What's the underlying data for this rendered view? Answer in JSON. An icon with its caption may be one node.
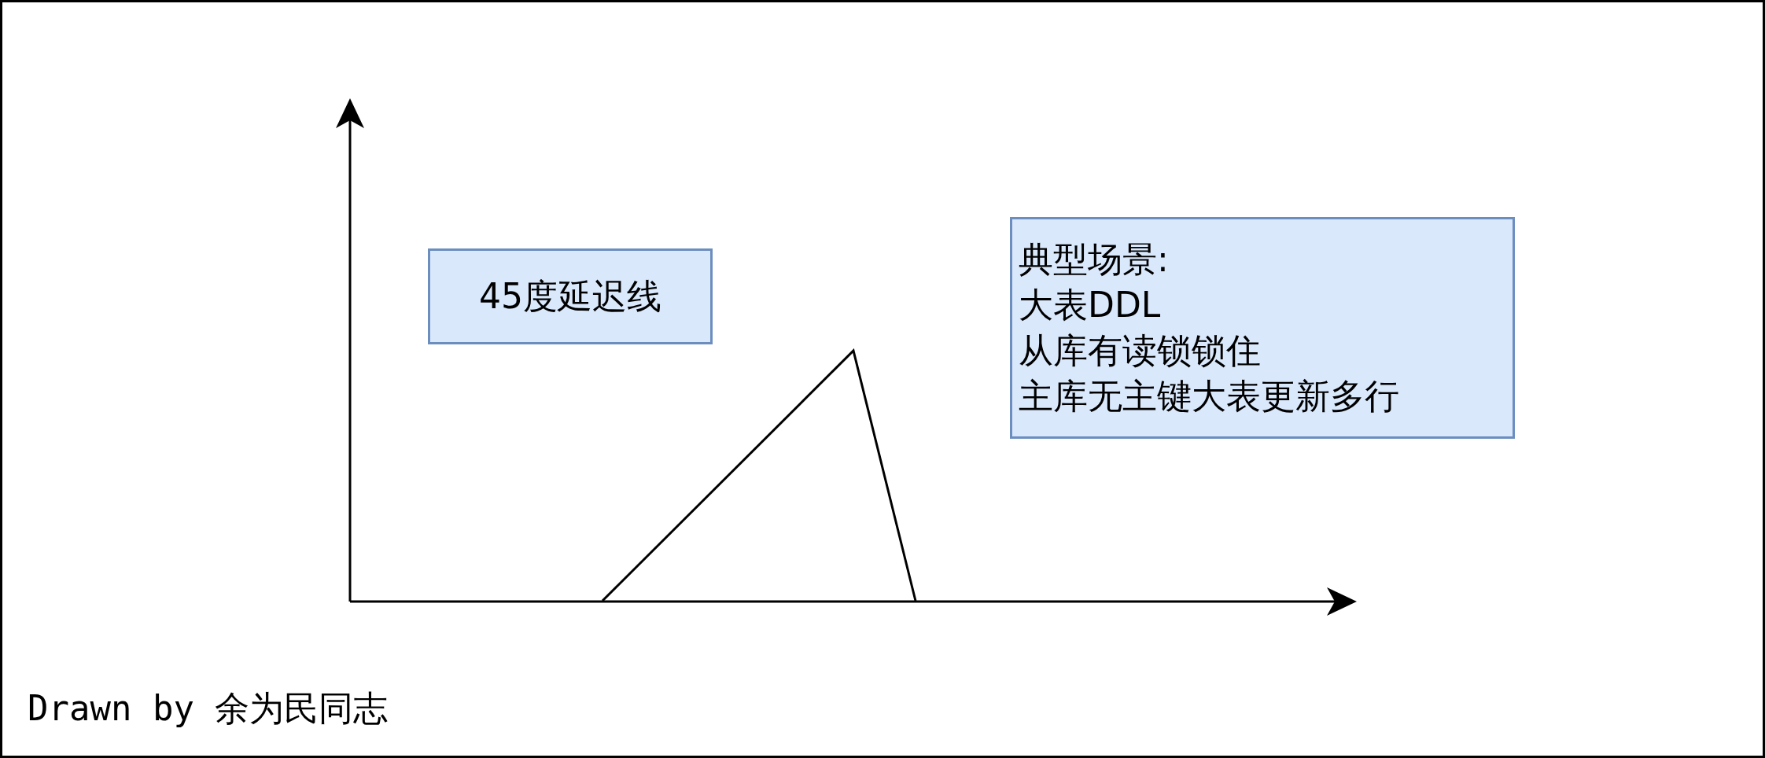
{
  "diagram": {
    "nodes": [
      {
        "text": [
          "45度延迟线"
        ]
      },
      {
        "text": [
          "典型场景:",
          "大表DDL",
          "从库有读锁锁住",
          "主库无主键大表更新多行"
        ]
      }
    ],
    "labels": [
      "Drawn by 余为民同志"
    ]
  }
}
